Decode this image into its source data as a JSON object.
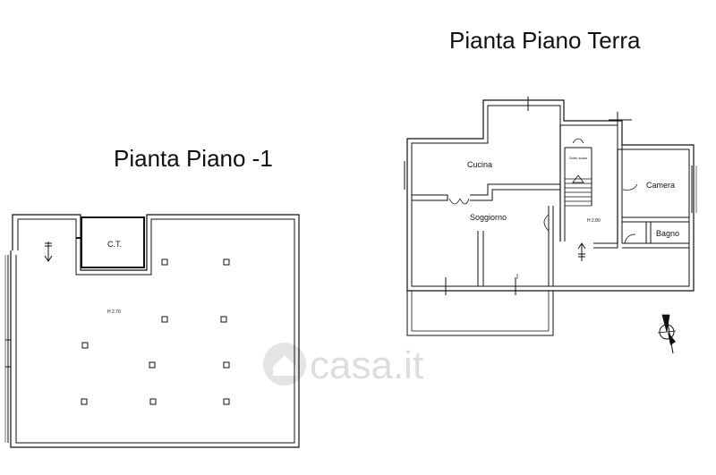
{
  "titles": {
    "ground_floor": "Pianta Piano Terra",
    "basement": "Pianta Piano -1"
  },
  "basement": {
    "room_ct": "C.T.",
    "height": "H 2.70"
  },
  "ground_floor": {
    "rooms": {
      "kitchen": "Cucina",
      "living": "Soggiorno",
      "bedroom": "Camera",
      "bathroom": "Bagno",
      "stair": "Sotto scala"
    },
    "height": "H 2.80"
  },
  "watermark": "casa.it",
  "colors": {
    "lines": "#111111",
    "watermark": "#cfcfcf"
  }
}
